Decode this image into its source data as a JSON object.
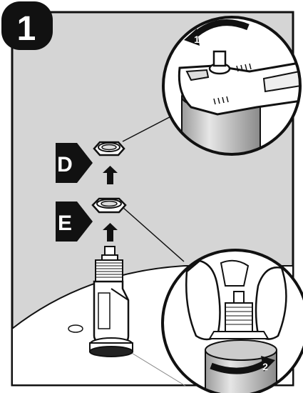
{
  "step": {
    "number": "1"
  },
  "parts": {
    "upper_nut": "D",
    "lower_nut": "E"
  },
  "callouts": {
    "top_turn": "1",
    "bottom_turn": "2"
  },
  "colors": {
    "panel": "#d5d5d5",
    "ink": "#111111",
    "paper": "#ffffff"
  }
}
